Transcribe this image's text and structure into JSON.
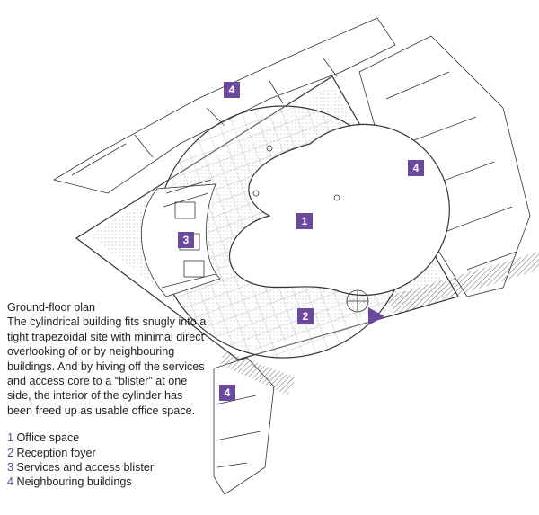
{
  "caption": {
    "title": "Ground-floor plan",
    "body": "The cylindrical building fits snugly into a tight trapezoidal site with minimal direct overlooking of or by neighbouring buildings. And by hiving off the services and access core to a “blister” at one side, the interior of the cylinder has been freed up as usable office space."
  },
  "legend": [
    {
      "num": "1",
      "label": "Office space"
    },
    {
      "num": "2",
      "label": "Reception foyer"
    },
    {
      "num": "3",
      "label": "Services and access blister"
    },
    {
      "num": "4",
      "label": "Neighbouring buildings"
    }
  ],
  "tags": {
    "office": "1",
    "reception": "2",
    "services": "3",
    "neighbour": "4"
  },
  "colors": {
    "accent": "#6b4a9e",
    "line": "#333333"
  }
}
